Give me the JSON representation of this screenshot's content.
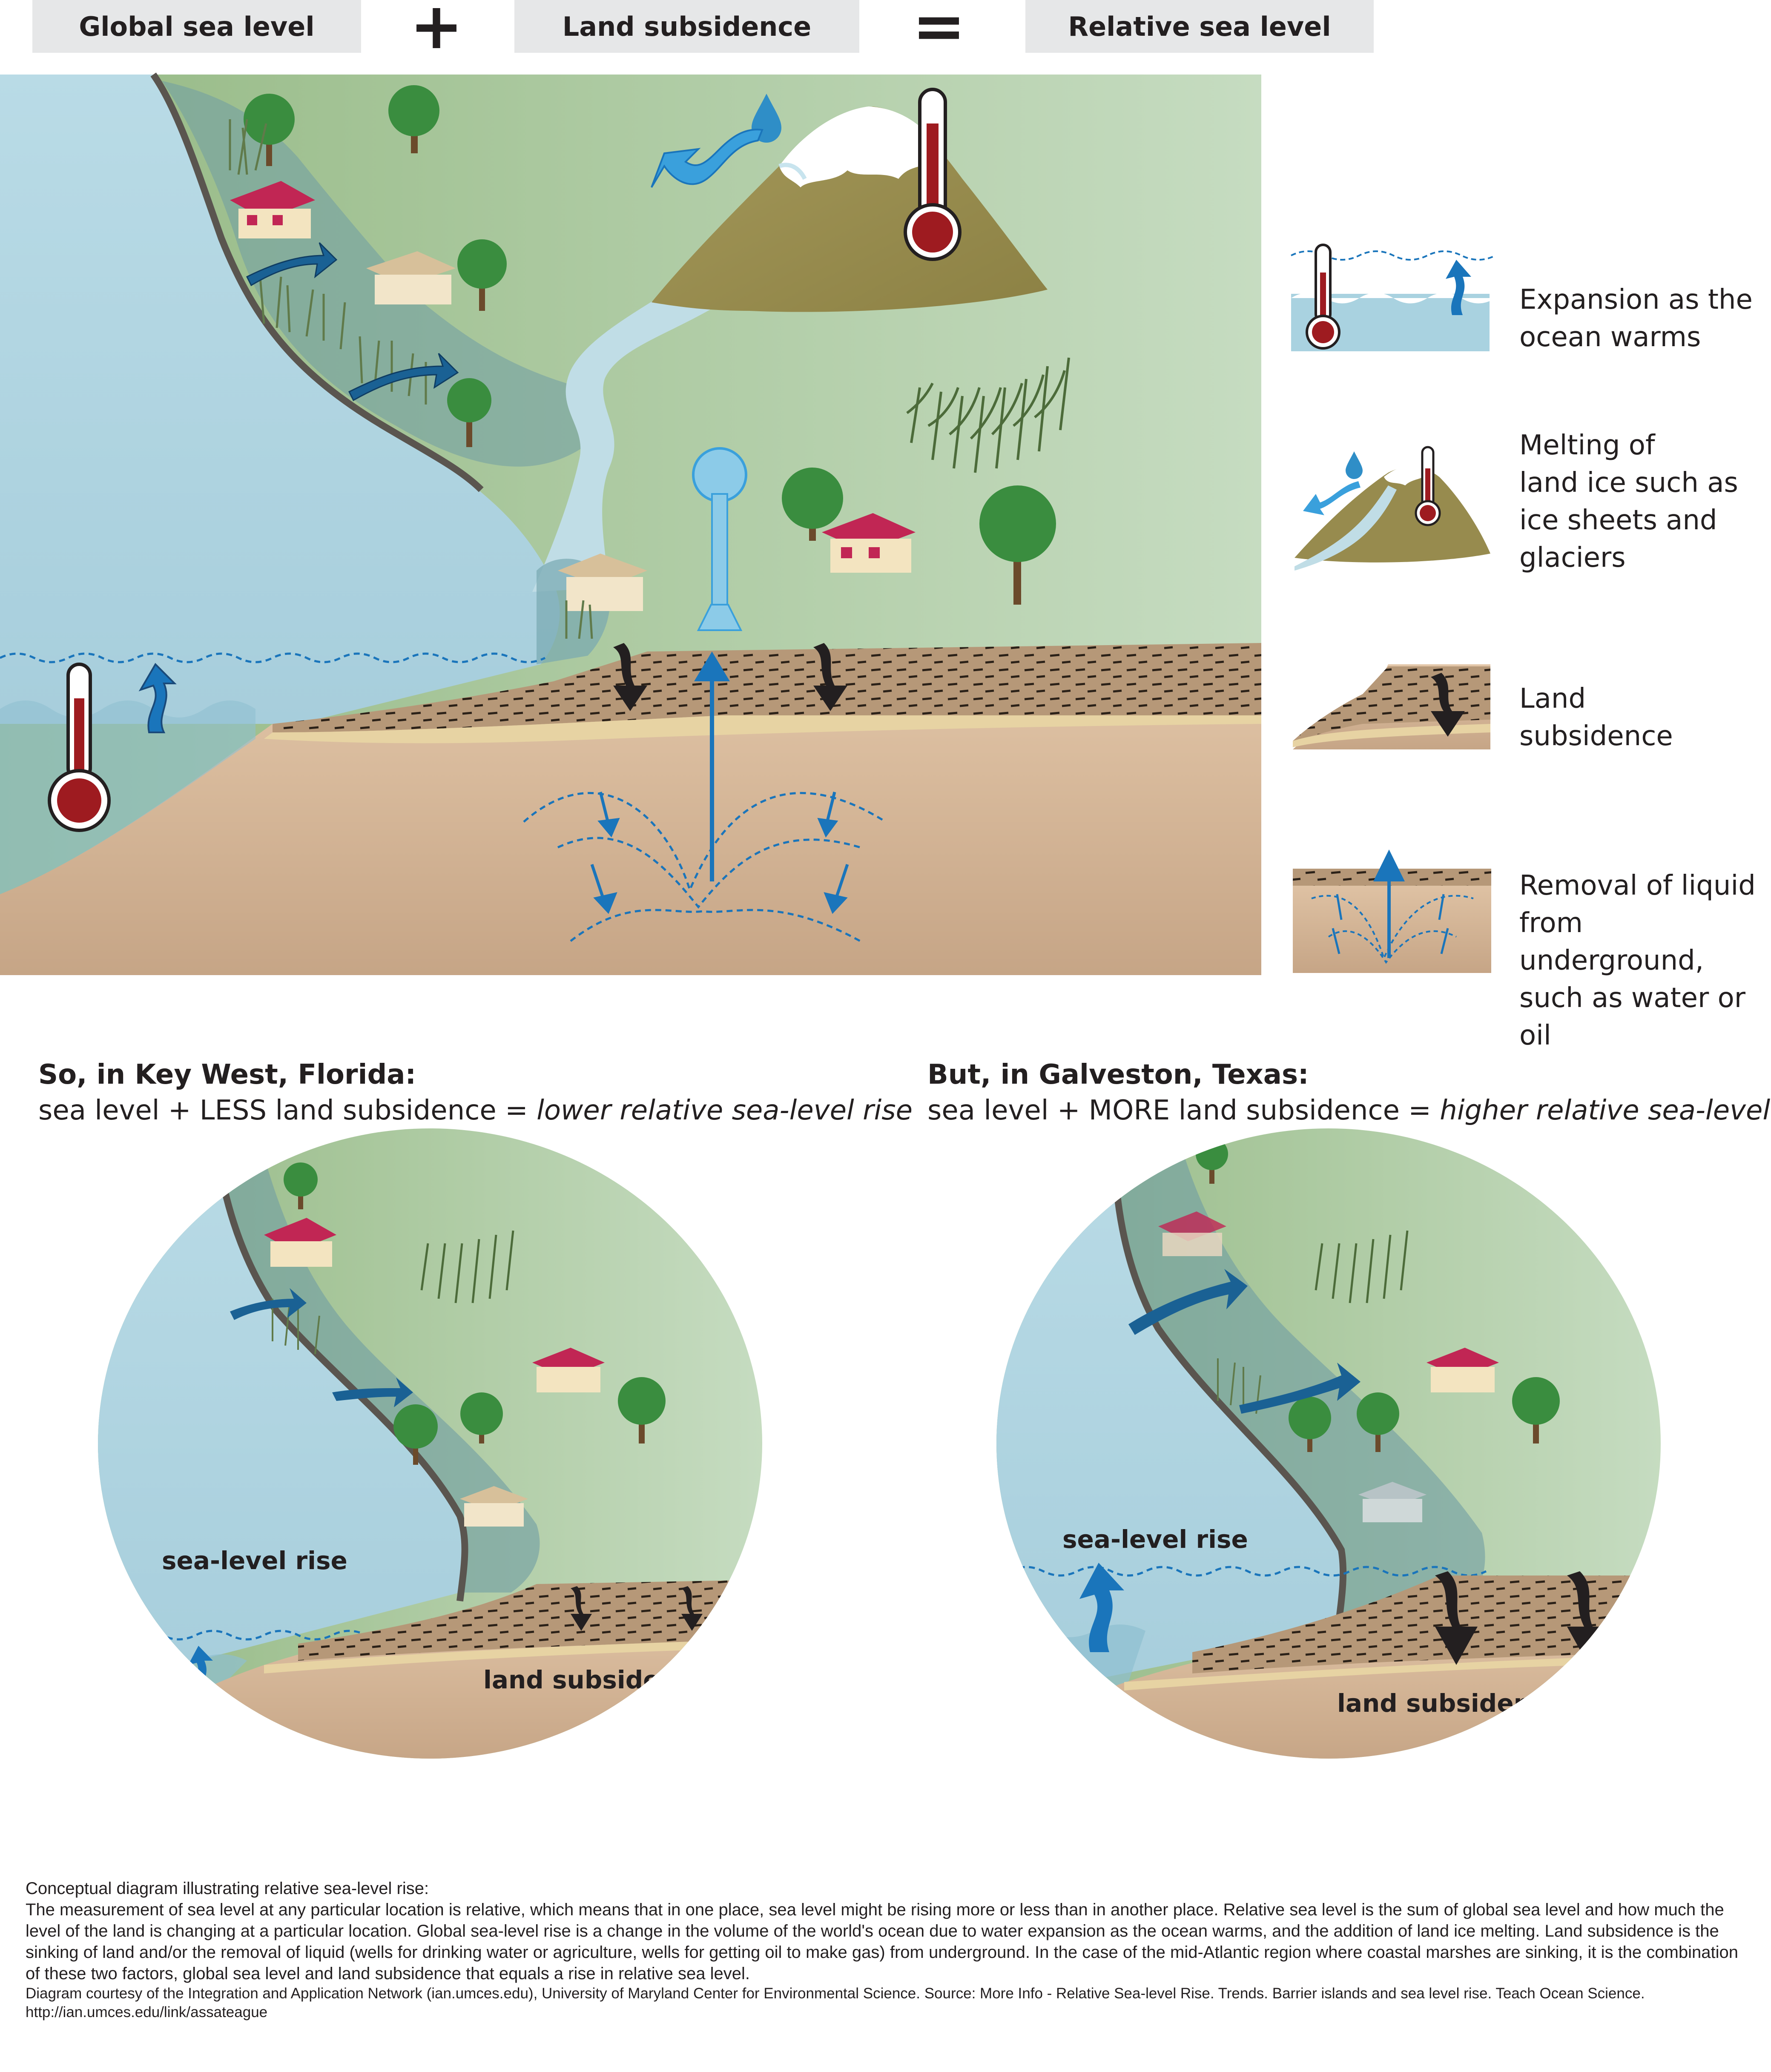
{
  "header": {
    "global_sea_level": "Global sea level",
    "plus": "+",
    "land_subsidence": "Land subsidence",
    "equals": "=",
    "relative_sea_level": "Relative sea level"
  },
  "legend": {
    "expansion": [
      "Expansion as the",
      "ocean warms"
    ],
    "melting": [
      "Melting of",
      "land ice such as",
      "ice sheets and",
      "glaciers"
    ],
    "subsidence": [
      "Land",
      "subsidence"
    ],
    "removal": [
      "Removal of liquid",
      "from underground,",
      "such as water or oil"
    ]
  },
  "key_west": {
    "heading": "So, in Key West, Florida:",
    "formula_plain": "sea level + LESS land subsidence = ",
    "formula_italic": "lower relative sea-level rise",
    "label_rise": "sea-level rise",
    "label_subsidence": "land subsidence"
  },
  "galveston": {
    "heading": "But, in Galveston, Texas:",
    "formula_plain": "sea level + MORE land subsidence = ",
    "formula_italic": "higher relative sea-level rise",
    "label_rise": "sea-level rise",
    "label_subsidence": "land subsidence"
  },
  "caption": {
    "title": "Conceptual diagram illustrating relative sea-level rise:",
    "body": "The measurement of sea level at any particular location is relative, which means that in one place, sea level might be rising more or less than in another place. Relative sea level is the sum of global sea level and how much the level of the land is changing at a particular location. Global sea-level rise is a change in the volume of the world's ocean due to water expansion as the ocean warms, and the addition of land ice melting. Land subsidence is the sinking of land and/or the removal of liquid (wells for drinking water or agriculture, wells for getting oil to make gas) from underground. In the case of the mid-Atlantic region where coastal marshes are sinking, it is the combination of these two factors, global sea level and land subsidence   that equals a rise in relative sea level.",
    "credit": "Diagram courtesy of the Integration and Application Network (ian.umces.edu), University of Maryland Center for Environmental Science. Source: More Info - Relative Sea-level Rise. Trends. Barrier islands and sea level rise. Teach Ocean Science.",
    "url": "http://ian.umces.edu/link/assateague"
  },
  "colors": {
    "sea": "#a9d2e0",
    "land_green": "#a6c494",
    "soil": "#d9b99a",
    "sediment": "#b8997a",
    "arrow_blue": "#1a75bb",
    "thermometer_red": "#9e1b20",
    "house_roof": "#c12654",
    "tree_green": "#3a8d3f"
  }
}
